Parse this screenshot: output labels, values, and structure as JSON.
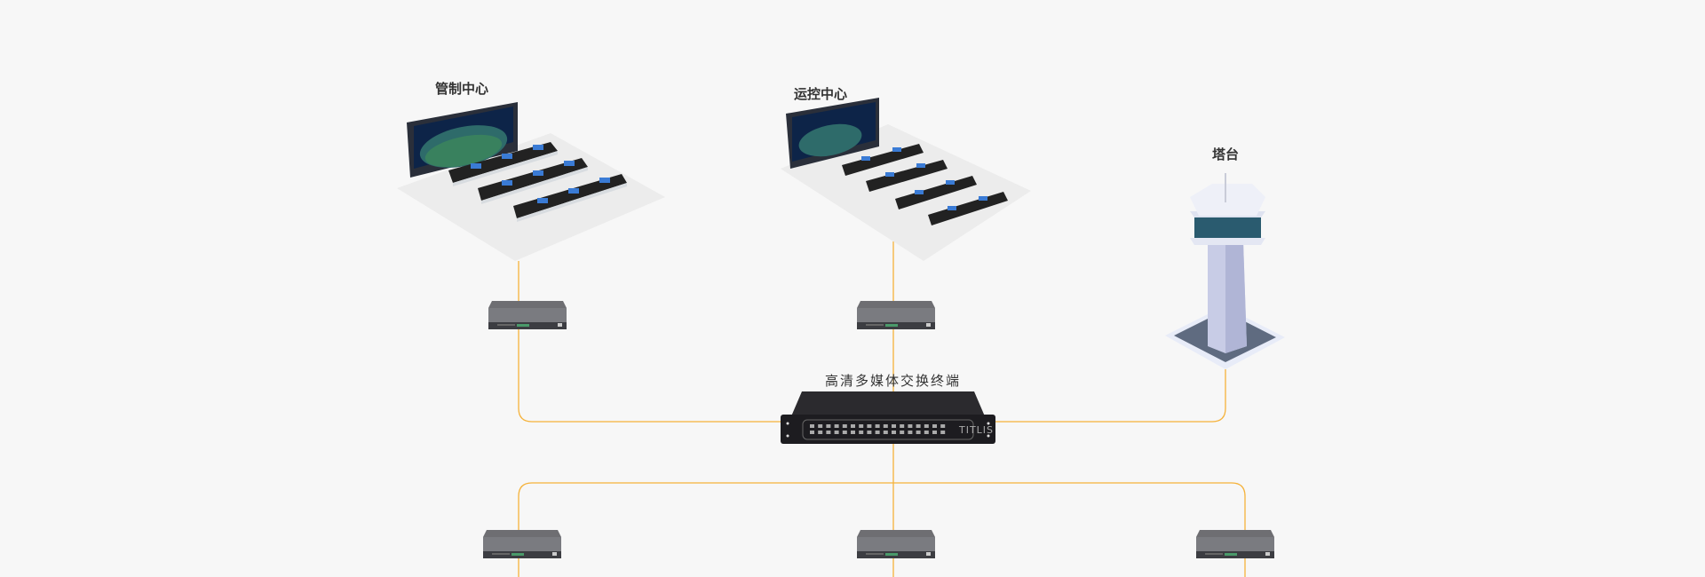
{
  "nodes": {
    "control_center": {
      "label": "管制中心"
    },
    "operations_center": {
      "label": "运控中心"
    },
    "tower": {
      "label": "塔台"
    }
  },
  "switch": {
    "label": "高清多媒体交换终端",
    "brand": "TITLIS"
  },
  "colors": {
    "line": "#f5a623",
    "background": "#f7f7f7"
  }
}
